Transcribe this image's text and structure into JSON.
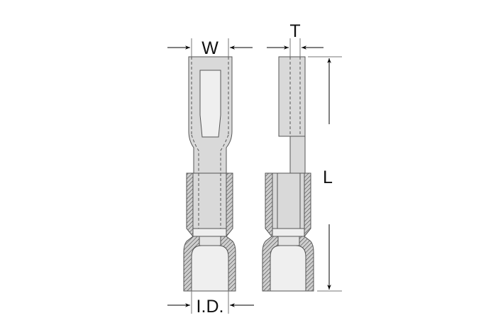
{
  "diagram": {
    "labels": {
      "width": "W",
      "thickness": "T",
      "length": "L",
      "inner_diameter": "I.D."
    },
    "colors": {
      "body_fill": "#d9d9d9",
      "light_fill": "#efefef",
      "outline": "#555555"
    }
  }
}
